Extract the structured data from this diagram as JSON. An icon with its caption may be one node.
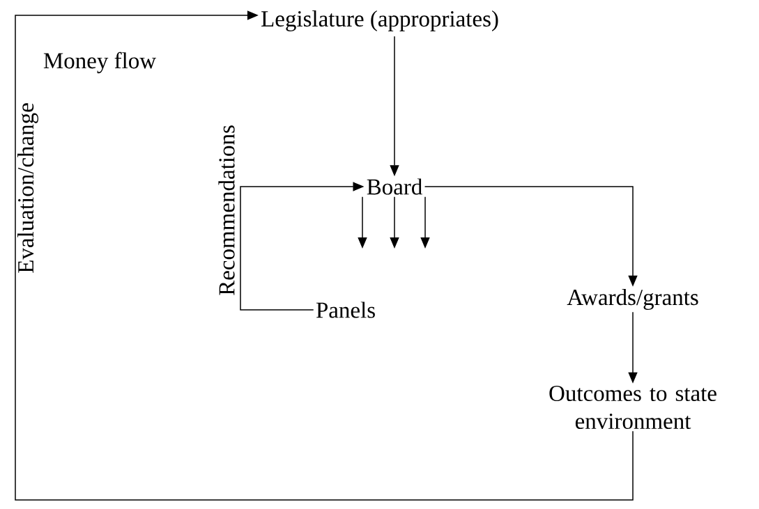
{
  "diagram": {
    "nodes": [
      {
        "text": [
          "Legislature (appropriates)"
        ]
      },
      {
        "text": [
          "Board"
        ]
      },
      {
        "text": [
          "Panels"
        ]
      },
      {
        "text": [
          "Awards/grants"
        ]
      },
      {
        "text": [
          "Outcomes to state environment"
        ]
      }
    ],
    "edges": [
      {
        "from": 0,
        "to": 1,
        "arrow": "to"
      },
      {
        "from": 2,
        "to": 1,
        "arrow": "to",
        "label": "Recommendations"
      },
      {
        "from": 1,
        "to": 3,
        "arrow": "to"
      },
      {
        "from": 1,
        "to": null,
        "arrow": "to"
      },
      {
        "from": 1,
        "to": null,
        "arrow": "to"
      },
      {
        "from": 1,
        "to": null,
        "arrow": "to"
      },
      {
        "from": 3,
        "to": 4,
        "arrow": "to"
      },
      {
        "from": 4,
        "to": 0,
        "arrow": "to",
        "label": "Evaluation/change"
      }
    ],
    "labels": [
      "Money flow"
    ]
  }
}
